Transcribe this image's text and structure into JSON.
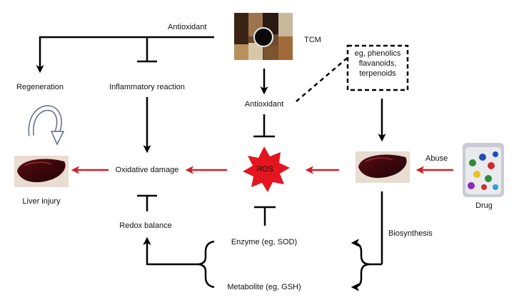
{
  "nodes": {
    "tcm": "TCM",
    "antioxidant_top": "Antioxidant",
    "antioxidant_mid": "Antioxidant",
    "regeneration": "Regeneration",
    "inflammatory": "Inflammatory reaction",
    "oxidative": "Oxidative damage",
    "ros": "ROS",
    "liver_injury": "Liver injury",
    "abuse": "Abuse",
    "drug": "Drug",
    "redox": "Redox balance",
    "enzyme": "Enzyme (eg, SOD)",
    "metabolite": "Metabolite (eg, GSH)",
    "biosynthesis": "Biosynthesis"
  },
  "example_box": {
    "line1": "eg, phenolics",
    "line2": "flavanoids,",
    "line3": "terpenoids"
  },
  "colors": {
    "arrow_red": "#d21f26",
    "ros_red": "#e4151f",
    "line_black": "#000000"
  }
}
